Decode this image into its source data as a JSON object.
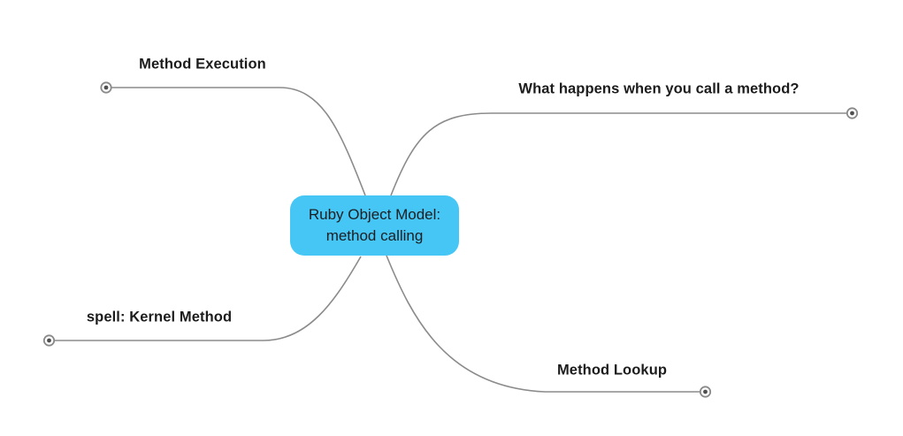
{
  "canvas": {
    "background": "#ffffff"
  },
  "colors": {
    "canvas_bg": "#ffffff",
    "node_fill": "#45c6f5",
    "node_text": "#1b1e21",
    "label_text": "#1c1c1c",
    "edge": "#8b8b8b",
    "endpoint_ring": "#8a8a8a",
    "endpoint_dot": "#4f4f4f"
  },
  "mindmap": {
    "root": {
      "label": "Ruby Object Model: method calling"
    },
    "branches": [
      {
        "label": "Method Execution",
        "position": "top-left"
      },
      {
        "label": "What happens when you call a method?",
        "position": "top-right"
      },
      {
        "label": "spell: Kernel Method",
        "position": "bottom-left"
      },
      {
        "label": "Method Lookup",
        "position": "bottom-right"
      }
    ]
  }
}
